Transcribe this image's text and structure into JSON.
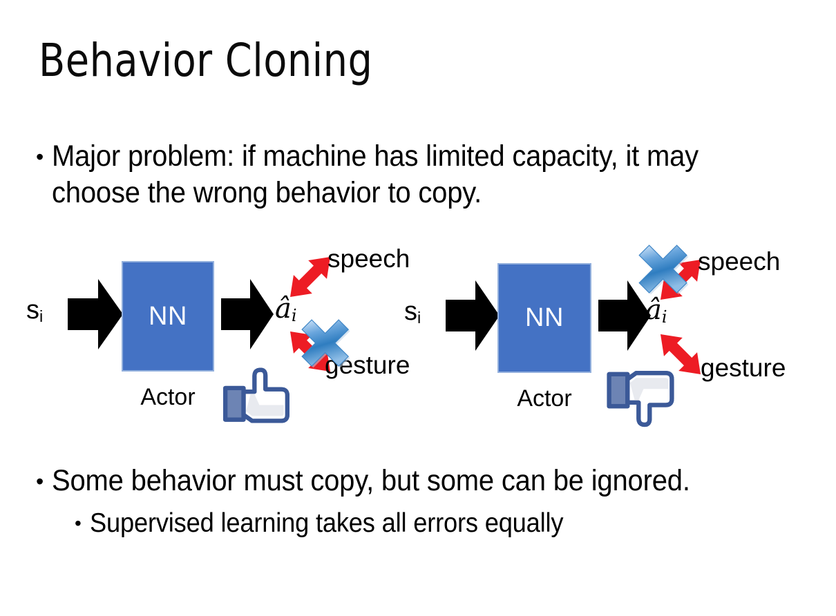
{
  "slide": {
    "title": "Behavior Cloning",
    "background_color": "#ffffff"
  },
  "bullets": [
    {
      "level": 1,
      "marker": "•",
      "text": "Major problem: if machine has limited capacity, it may choose the wrong behavior to copy."
    },
    {
      "level": 1,
      "marker": "•",
      "text": "Some behavior must copy, but some can be ignored."
    },
    {
      "level": 2,
      "marker": "•",
      "text": "Supervised learning takes all errors equally"
    }
  ],
  "diagrams": [
    {
      "id": "left",
      "caption": "Actor",
      "input_label": "s",
      "input_subscript": "i",
      "box_label": "NN",
      "output_label": "â",
      "output_subscript": "i",
      "branches": [
        {
          "name": "speech",
          "label": "speech",
          "crossed": false
        },
        {
          "name": "gesture",
          "label": "gesture",
          "crossed": true
        }
      ],
      "verdict_icon": "thumbs-up-icon"
    },
    {
      "id": "right",
      "caption": "Actor",
      "input_label": "s",
      "input_subscript": "i",
      "box_label": "NN",
      "output_label": "â",
      "output_subscript": "i",
      "branches": [
        {
          "name": "speech",
          "label": "speech",
          "crossed": true
        },
        {
          "name": "gesture",
          "label": "gesture",
          "crossed": false
        }
      ],
      "verdict_icon": "thumbs-down-icon"
    }
  ],
  "colors": {
    "nn_box_fill": "#4472c4",
    "nn_box_border": "#93b0dd",
    "branch_arrow": "#ed1c24",
    "cross_blue_light": "#c7ddf5",
    "cross_blue_mid": "#4b92d4",
    "cross_blue_dark": "#1f6cb4",
    "hand_outline": "#3b5998",
    "hand_fill": "#ffffff",
    "hand_sleeve": "#6d84b4",
    "block_arrow": "#000000",
    "text": "#000000"
  }
}
